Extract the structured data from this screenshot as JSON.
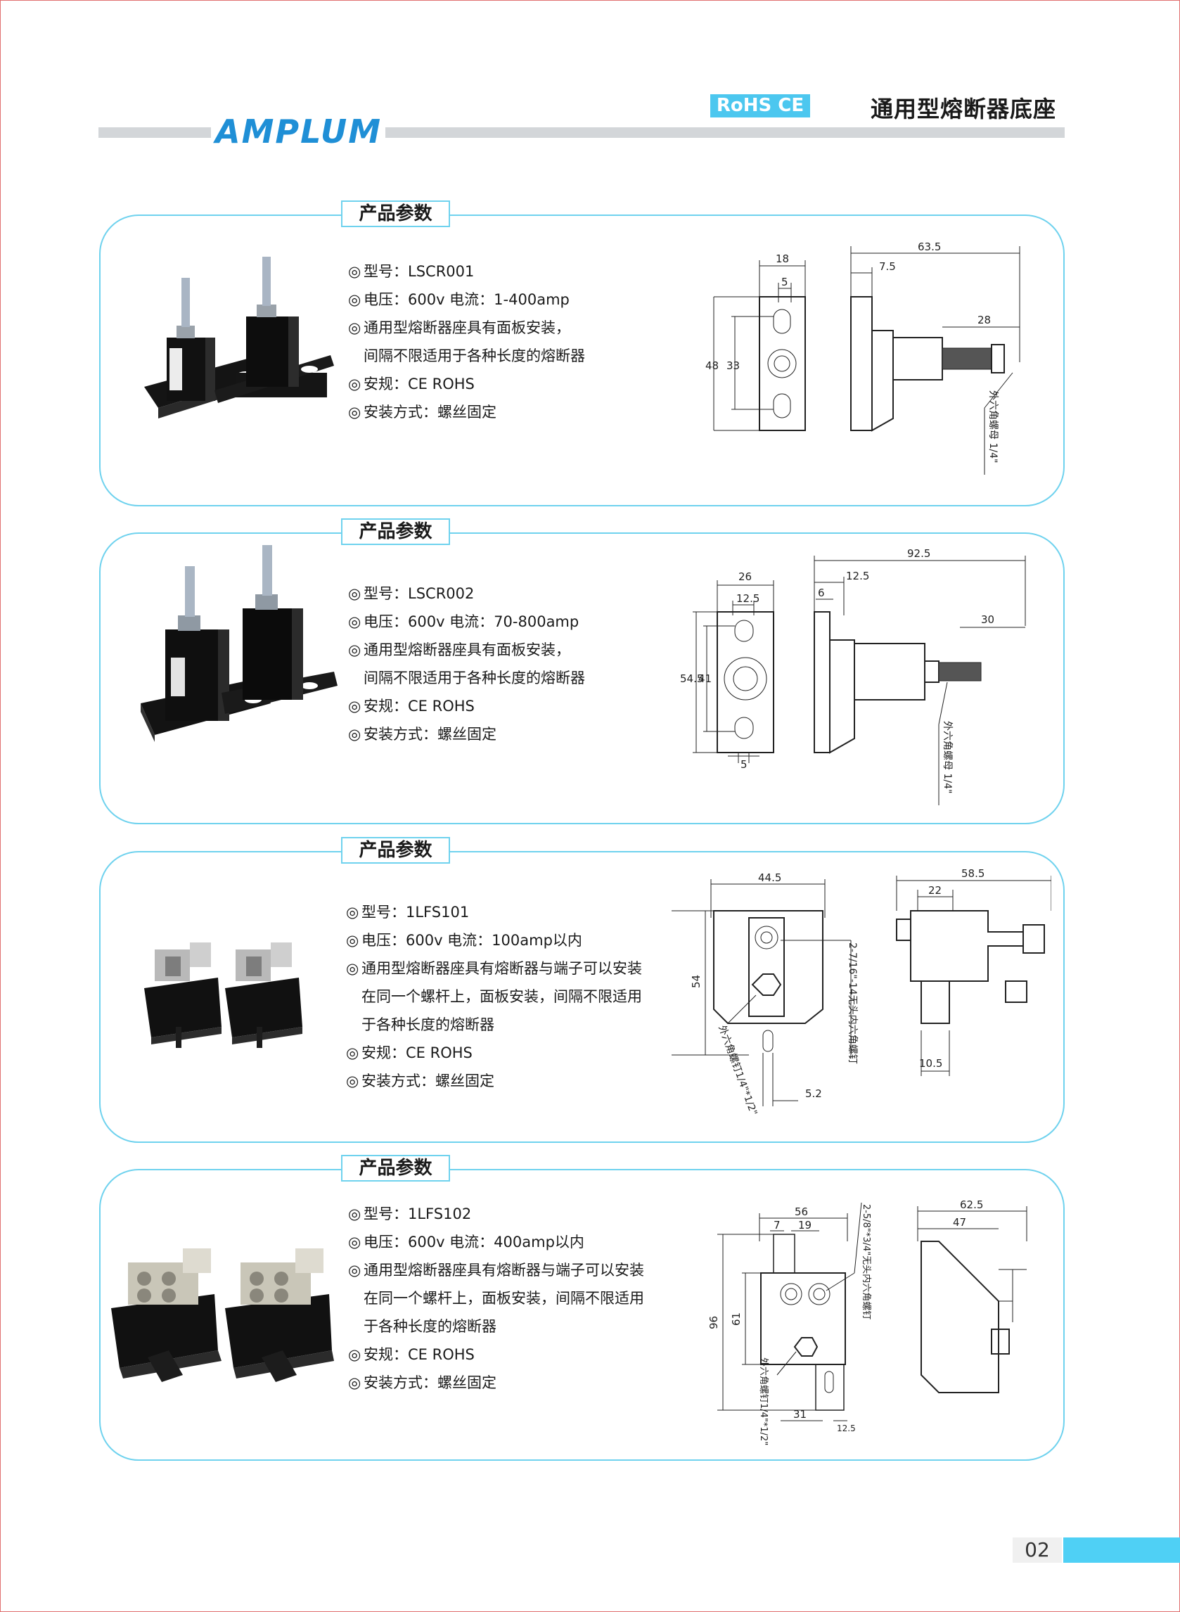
{
  "header": {
    "brand": "AMPLUM",
    "certifications": "RoHS CE",
    "title": "通用型熔断器底座"
  },
  "sections": [
    {
      "label": "产品参数",
      "specs": [
        "型号：LSCR001",
        "电压：600v 电流：1-400amp",
        "通用型熔断器座具有面板安装，",
        "间隔不限适用于各种长度的熔断器",
        "安规：CE ROHS",
        "安装方式：螺丝固定"
      ],
      "dims": {
        "d1": "18",
        "d2": "5",
        "d3": "33",
        "d4": "48",
        "d5": "63.5",
        "d6": "7.5",
        "d7": "28",
        "nut": "外六角螺母 1/4\""
      }
    },
    {
      "label": "产品参数",
      "specs": [
        "型号：LSCR002",
        "电压：600v 电流：70-800amp",
        "通用型熔断器座具有面板安装，",
        "间隔不限适用于各种长度的熔断器",
        "安规：CE ROHS",
        "安装方式：螺丝固定"
      ],
      "dims": {
        "d1": "26",
        "d2": "12.5",
        "d3": "41",
        "d4": "54.5",
        "d5": "5",
        "d6": "92.5",
        "d7": "12.5",
        "d8": "6",
        "d9": "30",
        "nut": "外六角螺母 1/4\""
      }
    },
    {
      "label": "产品参数",
      "specs": [
        "型号：1LFS101",
        "电压：600v 电流：100amp以内",
        "通用型熔断器座具有熔断器与端子可以安装",
        "在同一个螺杆上，面板安装，间隔不限适用",
        "于各种长度的熔断器",
        "安规：CE ROHS",
        "安装方式：螺丝固定"
      ],
      "dims": {
        "d1": "44.5",
        "d2": "54",
        "d3": "5.2",
        "d4": "58.5",
        "d5": "22",
        "d6": "10.5",
        "screw": "2-7/16\"-14无头内六角螺钉",
        "bolt": "外六角螺钉1/4\"*1/2\""
      }
    },
    {
      "label": "产品参数",
      "specs": [
        "型号：1LFS102",
        "电压：600v 电流：400amp以内",
        "通用型熔断器座具有熔断器与端子可以安装",
        "在同一个螺杆上，面板安装，间隔不限适用",
        "于各种长度的熔断器",
        "安规：CE ROHS",
        "安装方式：螺丝固定"
      ],
      "dims": {
        "d1": "56",
        "d2": "7",
        "d3": "19",
        "d4": "61",
        "d5": "96",
        "d6": "31",
        "d7": "12.5",
        "d8": "62.5",
        "d9": "47",
        "screw": "2-5/8\"*3/4\"无头内六角螺钉",
        "bolt": "外六角螺钉1/4\"*1/2\""
      }
    }
  ],
  "footer": {
    "page_number": "02"
  },
  "colors": {
    "accent": "#4cc7ef",
    "card_border": "#6fd2ee",
    "brand": "#1f8fd6",
    "bar": "#d3d6d9"
  }
}
